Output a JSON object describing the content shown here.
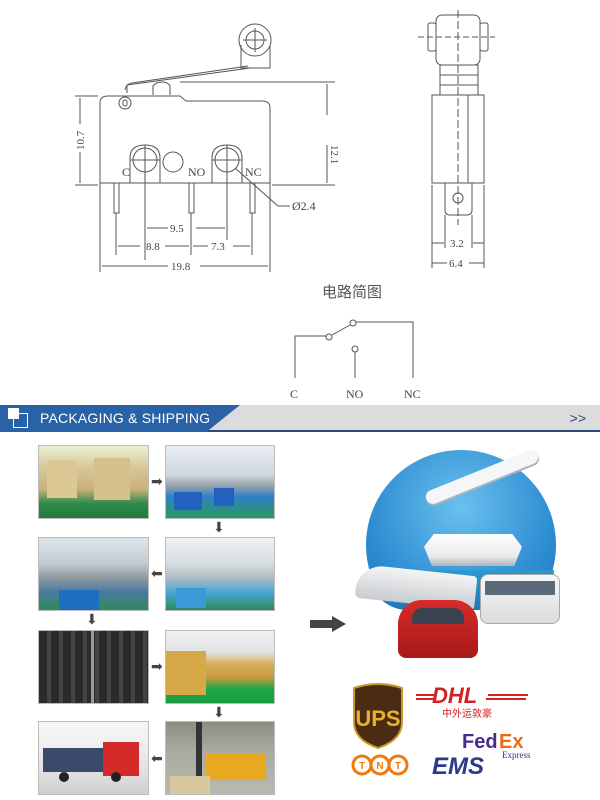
{
  "drawing": {
    "front_view": {
      "dimensions": {
        "height_body": "10.7",
        "height_total": "12.1",
        "pin_pitch_c_no": "8.8",
        "pin_pitch_no_nc": "7.3",
        "mount_hole_pitch": "9.5",
        "body_width": "19.8",
        "hole_diameter": "Ø2.4"
      },
      "pin_labels": {
        "c": "C",
        "no": "NO",
        "nc": "NC"
      }
    },
    "side_view": {
      "dimensions": {
        "terminal_width": "3.2",
        "body_width": "6.4"
      }
    },
    "circuit": {
      "title": "电路简图",
      "labels": {
        "c": "C",
        "no": "NO",
        "nc": "NC"
      }
    }
  },
  "banner": {
    "title": "PACKAGING & SHIPPING",
    "more_label": ">>",
    "colors": {
      "blue": "#2a62a8",
      "grey": "#dcdcdc",
      "dark": "#2a4a78"
    }
  },
  "process_photos": [
    {
      "name": "raw-material-warehouse",
      "desc": "Raw material sacks in warehouse"
    },
    {
      "name": "injection-molding",
      "desc": "Injection molding machines"
    },
    {
      "name": "assembly-line-workshop",
      "desc": "Assembly workers"
    },
    {
      "name": "production-line",
      "desc": "Production workshop"
    },
    {
      "name": "product-tray-packaging",
      "desc": "Switches packed in trays"
    },
    {
      "name": "carton-warehouse",
      "desc": "Cartons in warehouse"
    },
    {
      "name": "truck-loading",
      "desc": "Container truck"
    },
    {
      "name": "forklift",
      "desc": "Forklift loading pallets"
    }
  ],
  "flow_arrows": {
    "right": "➡",
    "left": "⬅",
    "down": "⬇"
  },
  "transport": {
    "desc": "Airplane, cruise ship, train, bus, car"
  },
  "carriers": {
    "ups": "UPS",
    "dhl": "DHL",
    "dhl_cn": "中外运敦豪",
    "fedex_fed": "Fed",
    "fedex_ex": "Ex",
    "fedex_express": "Express",
    "tnt": "TNT",
    "ems": "EMS"
  }
}
